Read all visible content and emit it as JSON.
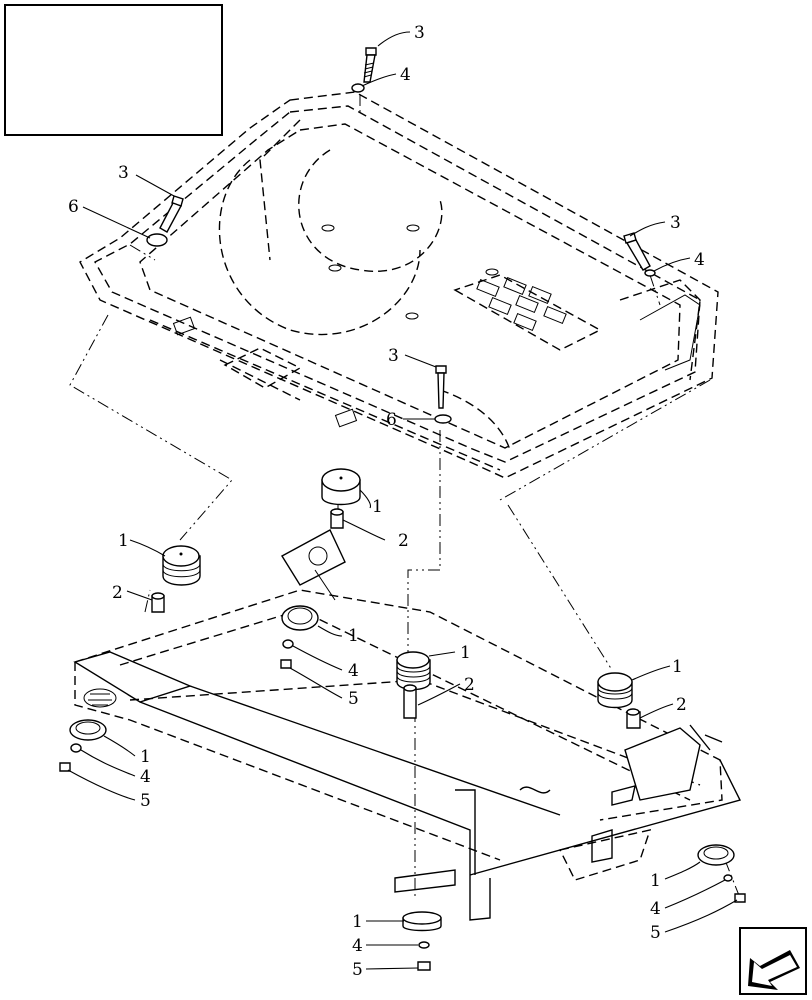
{
  "callouts": {
    "c3a": "3",
    "c4a": "4",
    "c3b": "3",
    "c6a": "6",
    "c3c": "3",
    "c4b": "4",
    "c3d": "3",
    "c6b": "6",
    "c1a": "1",
    "c2a": "2",
    "c1b": "1",
    "c2b": "2",
    "c1c": "1",
    "c4c": "4",
    "c5a": "5",
    "c1d": "1",
    "c2c": "2",
    "c1e": "1",
    "c2d": "2",
    "c1f": "1",
    "c4d": "4",
    "c5b": "5",
    "c1g": "1",
    "c4e": "4",
    "c5c": "5",
    "c1h": "1",
    "c4f": "4",
    "c5d": "5"
  },
  "icons": {
    "navigation": "arrow-icon"
  }
}
